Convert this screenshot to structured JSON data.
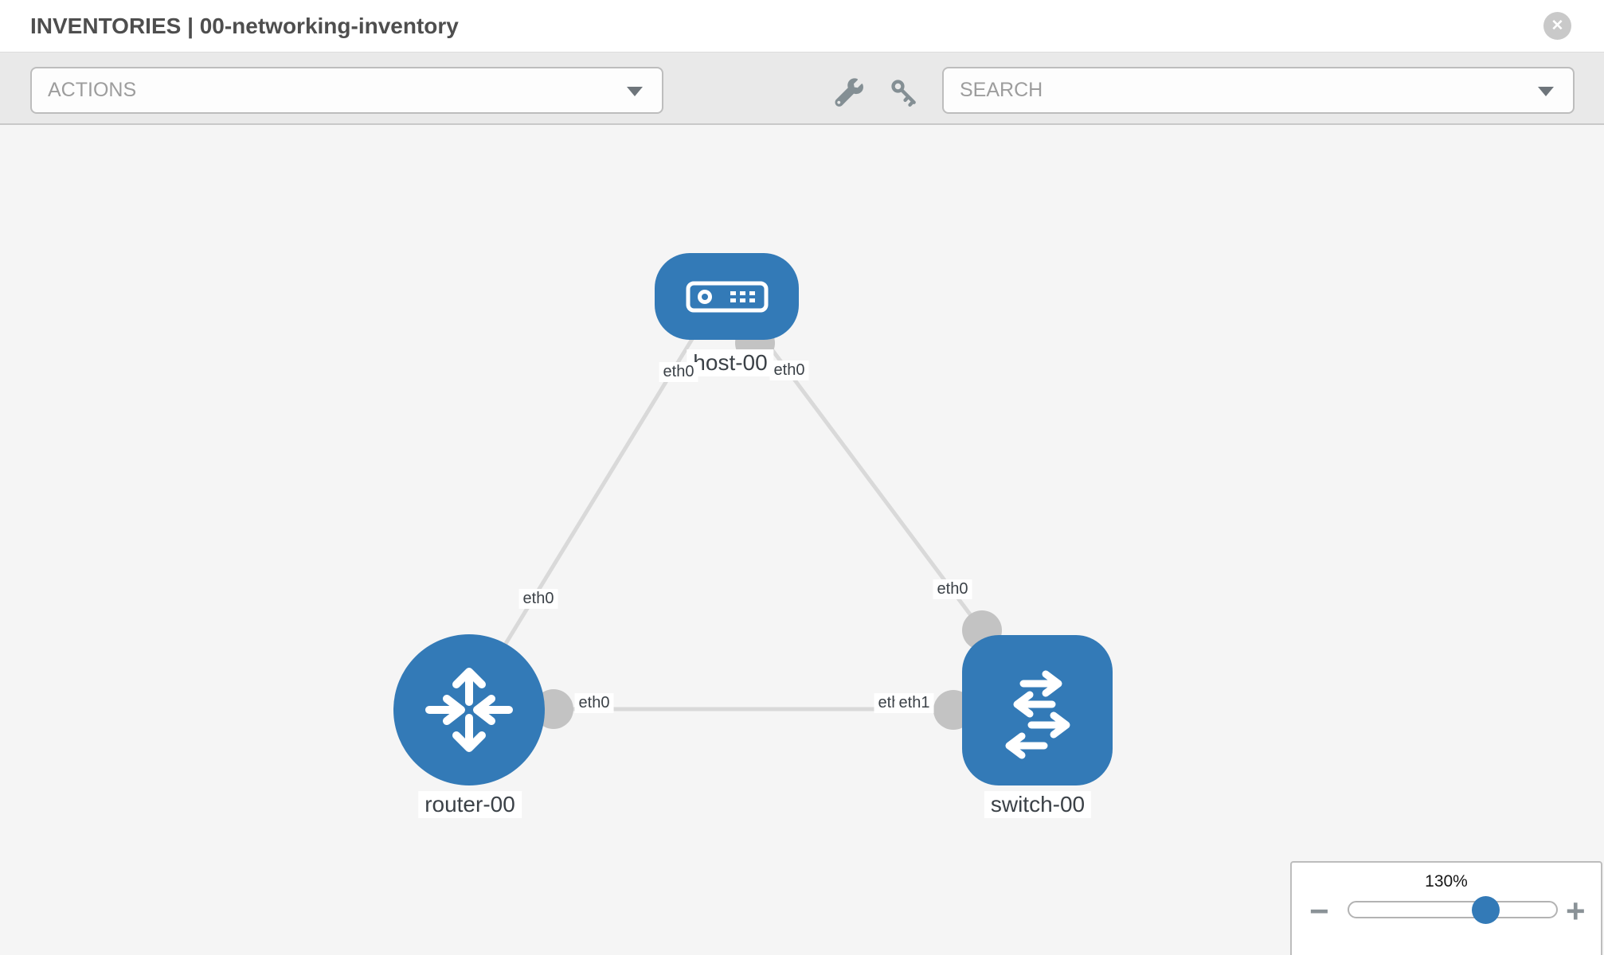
{
  "header": {
    "title": "INVENTORIES | 00-networking-inventory",
    "close_label": "✕"
  },
  "toolbar": {
    "actions_label": "ACTIONS",
    "search_label": "SEARCH",
    "icons": [
      "wrench-icon",
      "key-icon",
      "chevron-down-icon"
    ]
  },
  "canvas": {
    "nodes": [
      {
        "id": "host-00",
        "label": "host-00",
        "type": "host",
        "icon": "host-icon"
      },
      {
        "id": "router-00",
        "label": "router-00",
        "type": "router",
        "icon": "router-icon"
      },
      {
        "id": "switch-00",
        "label": "switch-00",
        "type": "switch",
        "icon": "switch-icon"
      }
    ],
    "links": [
      {
        "from": "host-00",
        "from_if": "eth0",
        "to": "router-00",
        "to_if": "eth0"
      },
      {
        "from": "host-00",
        "from_if": "eth0",
        "to": "switch-00",
        "to_if": "eth0"
      },
      {
        "from": "router-00",
        "from_if": "eth0",
        "to": "switch-00",
        "to_if": "eth1"
      }
    ],
    "interface_labels": {
      "host_left": "eth0",
      "host_right": "eth0",
      "router_top": "eth0",
      "switch_top": "eth0",
      "router_right": "eth0",
      "switch_left_hidden": "eth0",
      "switch_left": "eth1"
    }
  },
  "zoom_control": {
    "level": "130%",
    "minus_label": "−",
    "plus_label": "+"
  },
  "colors": {
    "node_blue": "#337ab7",
    "link_gray": "#d9d9d9",
    "interface_gray": "#c3c3c3",
    "tool_icon_gray": "#848f94",
    "toolbar_bg": "#e9e9e9",
    "canvas_bg": "#f5f5f5"
  }
}
